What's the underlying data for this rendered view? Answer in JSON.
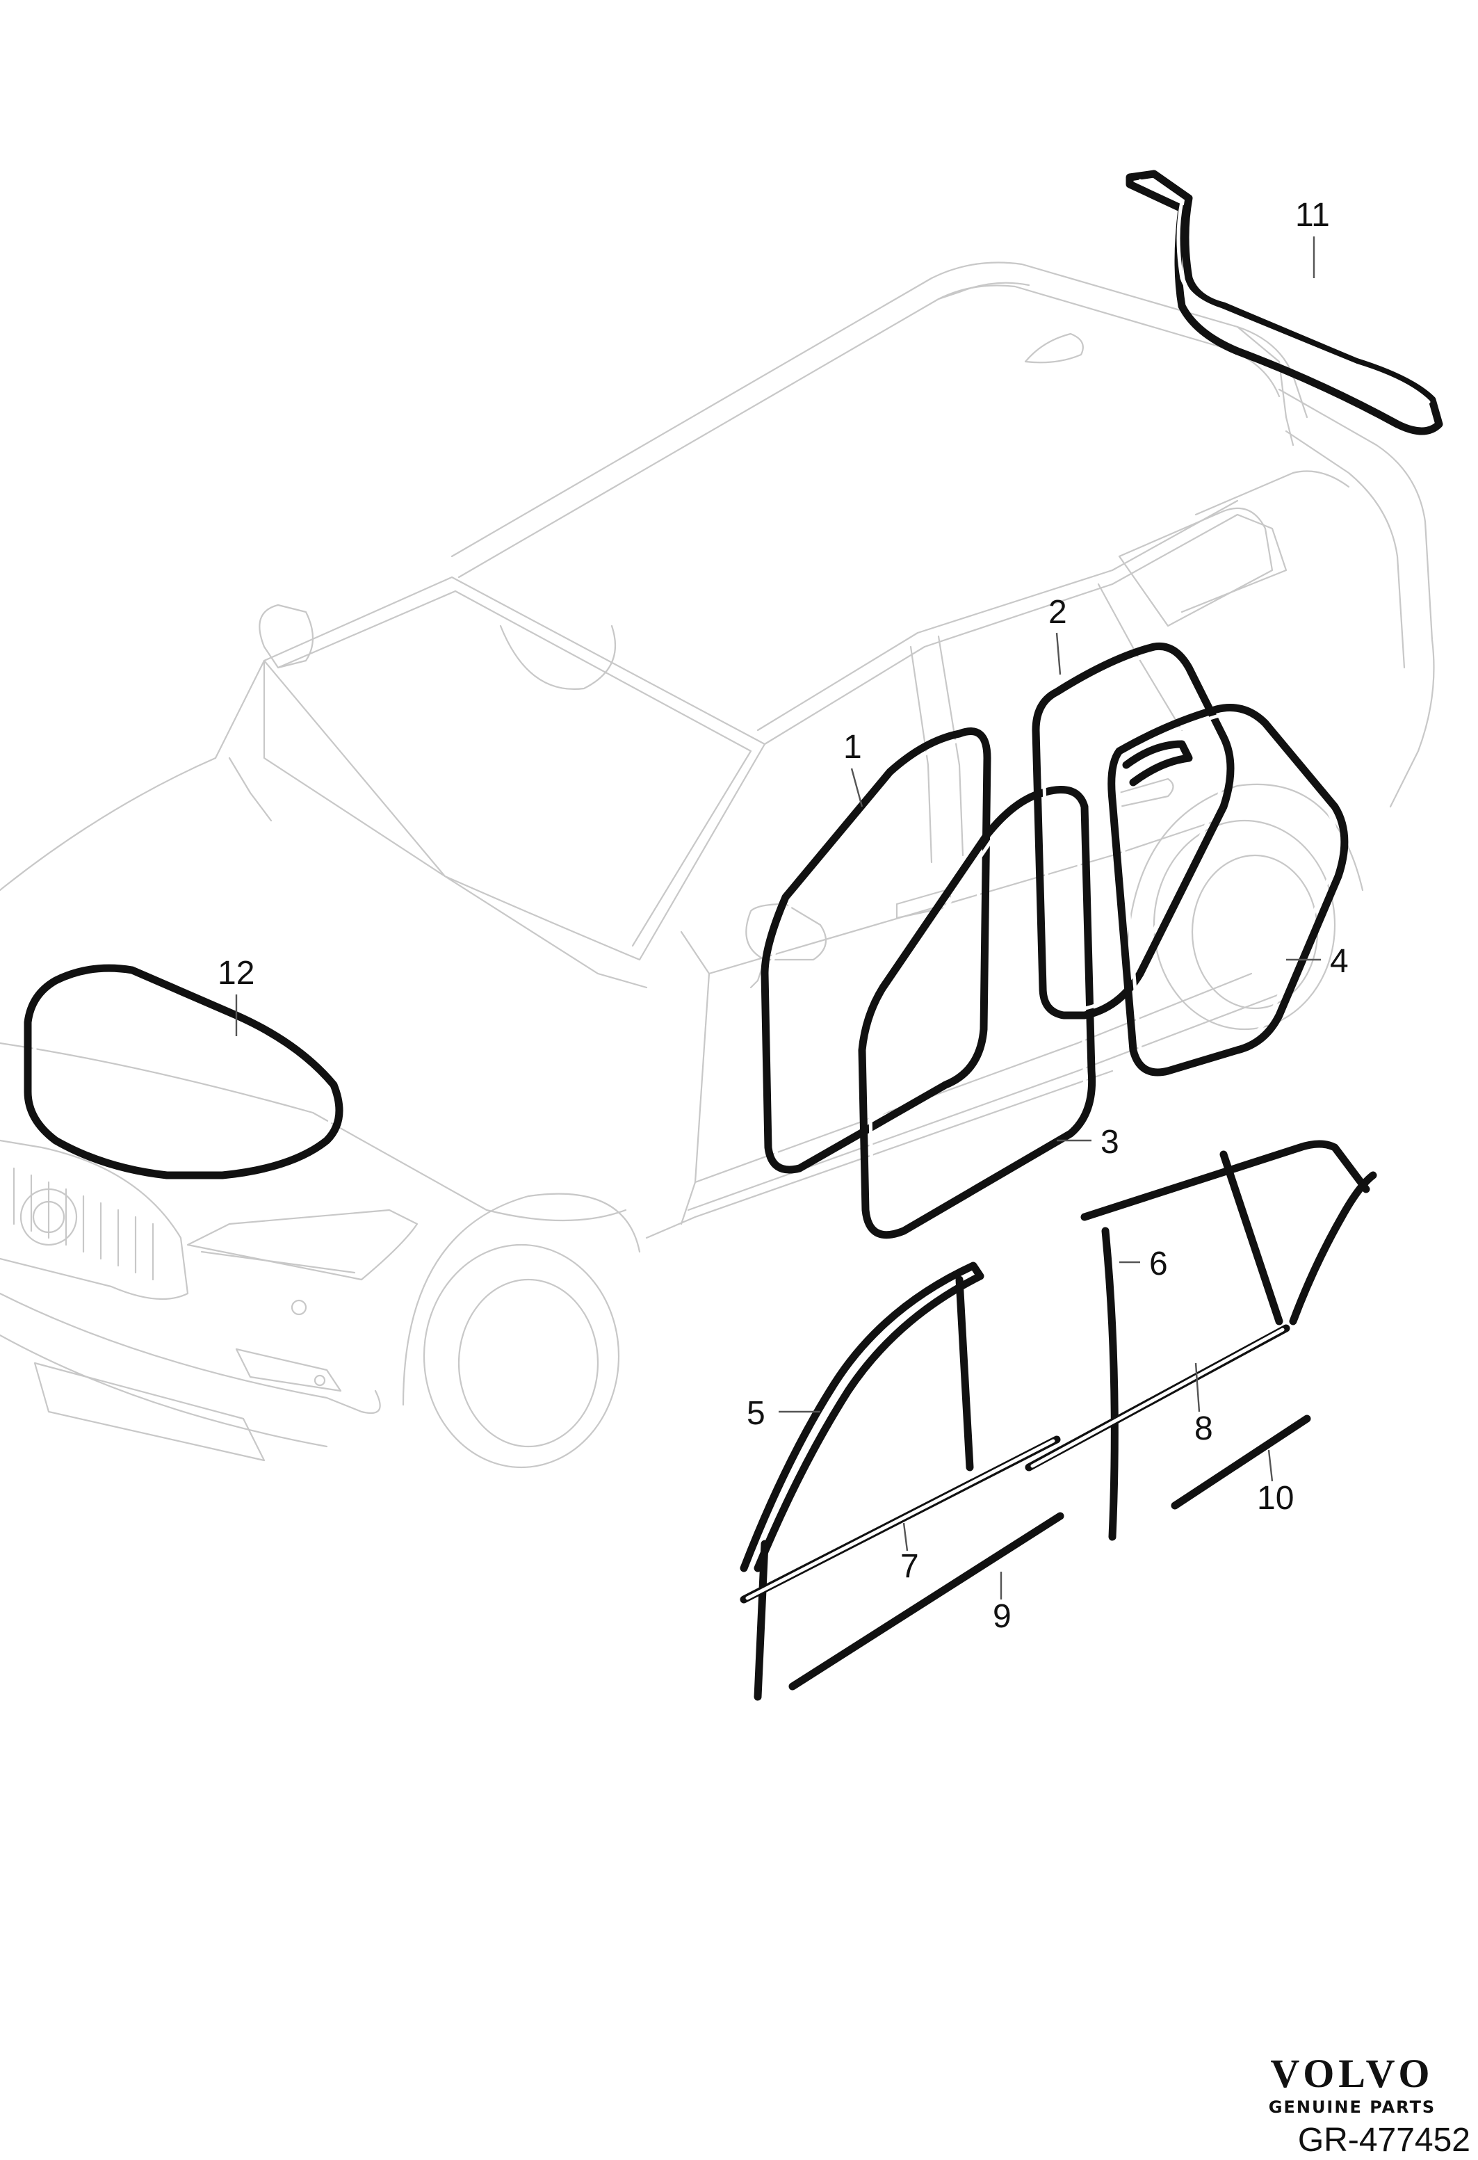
{
  "diagram": {
    "callouts": [
      {
        "id": "c1",
        "label": "1"
      },
      {
        "id": "c2",
        "label": "2"
      },
      {
        "id": "c3",
        "label": "3"
      },
      {
        "id": "c4",
        "label": "4"
      },
      {
        "id": "c5",
        "label": "5"
      },
      {
        "id": "c6",
        "label": "6"
      },
      {
        "id": "c7",
        "label": "7"
      },
      {
        "id": "c8",
        "label": "8"
      },
      {
        "id": "c9",
        "label": "9"
      },
      {
        "id": "c10",
        "label": "10"
      },
      {
        "id": "c11",
        "label": "11"
      },
      {
        "id": "c12",
        "label": "12"
      }
    ]
  },
  "branding": {
    "brand": "VOLVO",
    "tagline": "GENUINE PARTS",
    "drawing_number": "GR-477452"
  },
  "colors": {
    "car_outline": "#c8c8c8",
    "seal": "#111111",
    "background": "#ffffff"
  }
}
